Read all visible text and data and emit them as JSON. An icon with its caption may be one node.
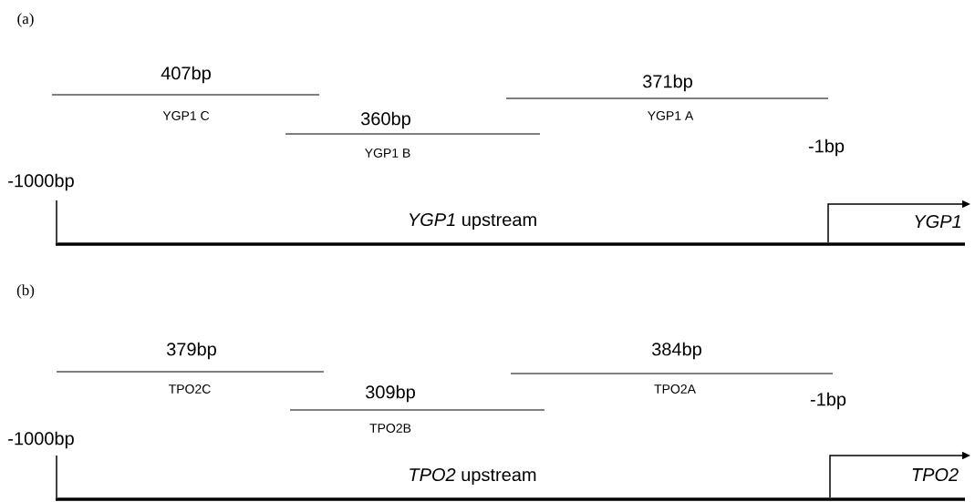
{
  "diagram": {
    "labels": [
      "(a)",
      "407bp",
      "371bp",
      "YGP1 C",
      "YGP1 A",
      "360bp",
      "-1bp",
      "YGP1 B",
      "-1000bp",
      "*YGP1* upstream",
      "YGP1",
      "(b)",
      "379bp",
      "384bp",
      "TPO2C",
      "TPO2A",
      "309bp",
      "-1bp",
      "TPO2B",
      "-1000bp",
      "*TPO2* upstream",
      "TPO2"
    ]
  }
}
